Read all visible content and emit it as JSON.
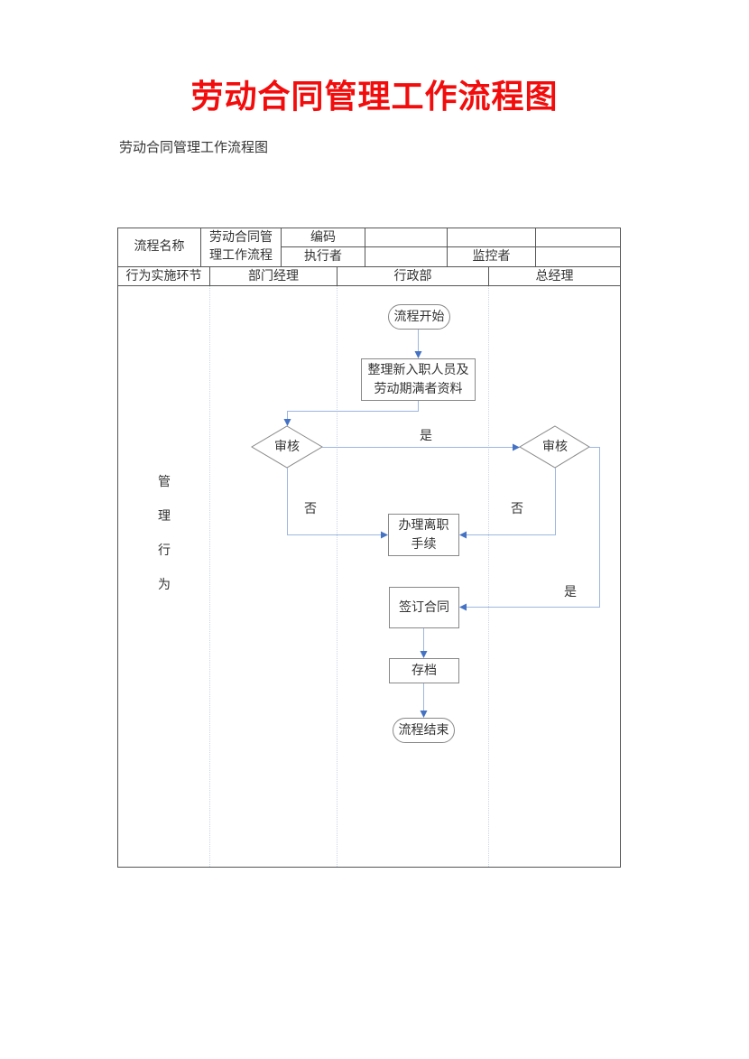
{
  "document": {
    "title": "劳动合同管理工作流程图",
    "subtitle": "劳动合同管理工作流程图"
  },
  "header_table": {
    "process_name_label": "流程名称",
    "process_name_value_line1": "劳动合同管",
    "process_name_value_line2": "理工作流程",
    "code_label": "编码",
    "code_value": "",
    "executor_label": "执行者",
    "executor_value": "",
    "monitor_label": "监控者",
    "monitor_value": "",
    "row_label": "行为实施环节",
    "lanes": [
      "部门经理",
      "行政部",
      "总经理"
    ]
  },
  "side_label": {
    "chars": [
      "管",
      "理",
      "行",
      "为"
    ]
  },
  "flowchart": {
    "start": "流程开始",
    "prepare_line1": "整理新入职人员及",
    "prepare_line2": "劳动期满者资料",
    "review_dept": "审核",
    "review_gm": "审核",
    "yes_label_1": "是",
    "no_label_1": "否",
    "no_label_2": "否",
    "yes_label_2": "是",
    "resign_line1": "办理离职",
    "resign_line2": "手续",
    "sign": "签订合同",
    "archive": "存档",
    "end": "流程结束"
  },
  "colors": {
    "title": "#f20c0c",
    "connector": "#9db7e0",
    "arrow": "#4472c4",
    "border": "#555555"
  }
}
